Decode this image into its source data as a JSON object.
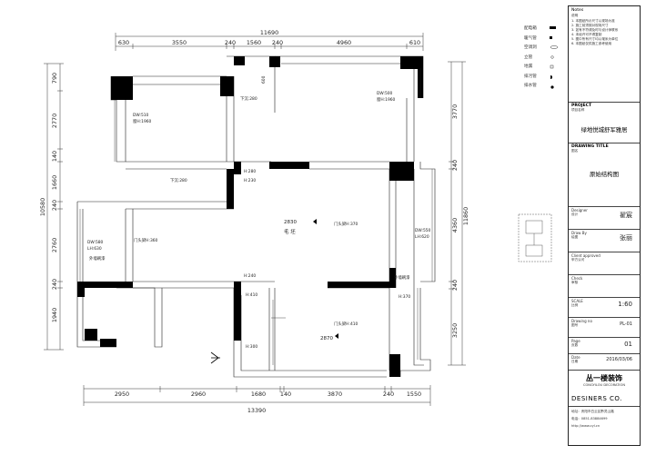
{
  "plan": {
    "dims_top": [
      "630",
      "3550",
      "240",
      "1560",
      "240",
      "4960",
      "610"
    ],
    "total_top": "11690",
    "dims_bottom": [
      "2950",
      "2960",
      "1680",
      "140",
      "3870",
      "240",
      "1550"
    ],
    "total_bottom": "13390",
    "dims_left": [
      "790",
      "2770",
      "140",
      "1660",
      "240",
      "2760",
      "240",
      "1940"
    ],
    "total_left": "10580",
    "dims_right": [
      "3770",
      "240",
      "4360",
      "240",
      "3250"
    ],
    "total_right": "11860",
    "labels": {
      "dw_510": "DW:510",
      "dh_1960_a": "窗H:1960",
      "dw_500": "DW:500",
      "dh_1960_b": "窗H:1960",
      "drop_280a": "下沉:280",
      "drop_280b": "下沉:280",
      "h280": "H:280",
      "h230": "H:230",
      "rough_2830": "2830",
      "rough_label": "毛 坯",
      "door_beam_370": "门头梁H:370",
      "dw_550": "DW:550",
      "lh_620": "LH:620",
      "dw_580": "DW:580",
      "lh_630": "LH:630",
      "door_beam_360": "门头梁H:360",
      "ext_wall_1": "外墙刷漆",
      "ext_wall_2": "外墙刷漆",
      "h240": "H:240",
      "h410": "H:410",
      "h370": "H:370",
      "rough_2870": "2870",
      "door_beam_410": "门头梁H:410",
      "h300": "H:300",
      "mark_600": "600"
    }
  },
  "legend": {
    "items": [
      "配电箱",
      "暖气管",
      "空调洞",
      "立管",
      "地漏",
      "排污管",
      "排水管"
    ]
  },
  "title_block": {
    "notes_title": "Notes",
    "notes_sub": "说明",
    "notes_lines": [
      "1. 本图纸所示尺寸以现场为准",
      "2. 施工前须核对现场尺寸",
      "3. 如有不符请及时与设计师联系",
      "4. 未经许可不得复制",
      "5. 图中所有尺寸均以毫米为单位",
      "6. 本图纸仅供施工参考使用"
    ],
    "project_label": "PROJECT",
    "project_sub": "项目名称",
    "project_name": "绿地悦城舒军雅居",
    "drawing_title_label": "DRAWING TITLE",
    "drawing_title_sub": "图名",
    "drawing_title": "原始结构图",
    "designer_label": "Designer",
    "designer_sub": "设计",
    "designer": "翟宸",
    "drawn_label": "Draw By",
    "drawn_sub": "绘图",
    "drawn": "张丽",
    "client_label": "Client approved",
    "client_sub": "甲方认可",
    "check_label": "Check",
    "check_sub": "审核",
    "scale_label": "SCALE",
    "scale_sub": "比例",
    "scale": "1:60",
    "drawing_no_label": "Drawing no",
    "drawing_no_sub": "图号",
    "drawing_no": "PL-01",
    "page_label": "Page",
    "page_sub": "页数",
    "page": "01",
    "date_label": "Date",
    "date_sub": "日期",
    "date": "2016/03/06",
    "company": "丛一楼装饰",
    "company_en": "CONGYILOU DECORATION",
    "designers": "DESINERS CO.",
    "address": "地址：贵阳市白云区黔灵山路",
    "phone": "电话：0851-83884699",
    "web": "http://www.cyl.cn"
  },
  "colors": {
    "wall": "#000000",
    "line": "#222222",
    "dim": "#333333"
  }
}
